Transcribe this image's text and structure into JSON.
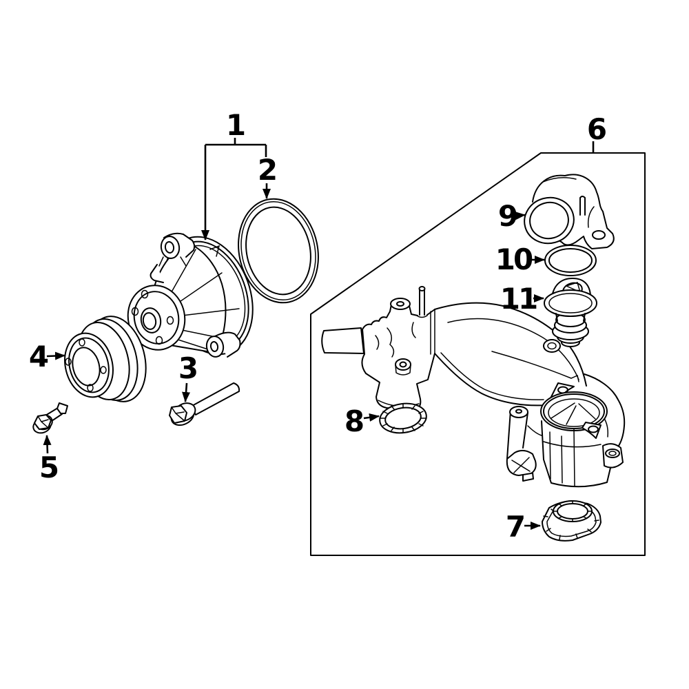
{
  "diagram": {
    "background_color": "#ffffff",
    "line_color": "#000000",
    "callouts": [
      {
        "label": "1"
      },
      {
        "label": "2"
      },
      {
        "label": "3"
      },
      {
        "label": "4"
      },
      {
        "label": "5"
      },
      {
        "label": "6"
      },
      {
        "label": "7"
      },
      {
        "label": "8"
      },
      {
        "label": "9"
      },
      {
        "label": "10"
      },
      {
        "label": "11"
      }
    ]
  }
}
